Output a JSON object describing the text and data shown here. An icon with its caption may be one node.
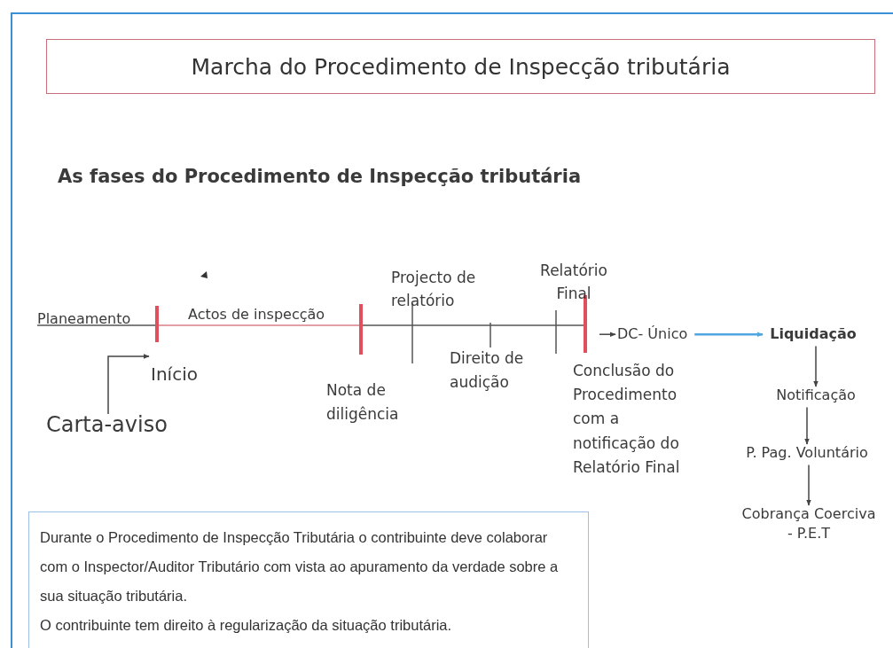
{
  "diagram": {
    "title": "Marcha do Procedimento de Inspecção tributária",
    "nodes": [
      {
        "text": [
          "Carta-aviso"
        ]
      },
      {
        "text": [
          "Início"
        ]
      },
      {
        "text": [
          "DC- Único"
        ]
      },
      {
        "text": [
          "Liquidação"
        ]
      },
      {
        "text": [
          "Notificação"
        ]
      },
      {
        "text": [
          "P. Pag. Voluntário"
        ]
      },
      {
        "text": [
          "Cobrança Coerciva - P.E.T"
        ]
      },
      {
        "text": [
          "Durante o Procedimento de Inspecção Tributária o contribuinte deve colaborar com o Inspector/Auditor Tributário com vista ao apuramento da verdade sobre a sua situação tributária.",
          "O contribuinte tem direito à regularização da situação tributária."
        ]
      }
    ],
    "edges": [
      {
        "from": 0,
        "to": 1,
        "arrow": "to"
      },
      {
        "from": null,
        "to": 2,
        "arrow": "to"
      },
      {
        "from": 2,
        "to": 3,
        "arrow": "to",
        "color": "#4fa6e0"
      },
      {
        "from": 3,
        "to": 4,
        "arrow": "to"
      },
      {
        "from": 4,
        "to": 5,
        "arrow": "to"
      },
      {
        "from": 5,
        "to": 6,
        "arrow": "to"
      }
    ],
    "labels": [
      "As fases do Procedimento de Inspecção tributária",
      "Planeamento",
      "Actos de inspecção",
      "Projecto de relatório",
      "Relatório Final",
      "Nota de diligência",
      "Direito de audição",
      "Conclusão do Procedimento com a notificação do Relatório Final"
    ]
  }
}
